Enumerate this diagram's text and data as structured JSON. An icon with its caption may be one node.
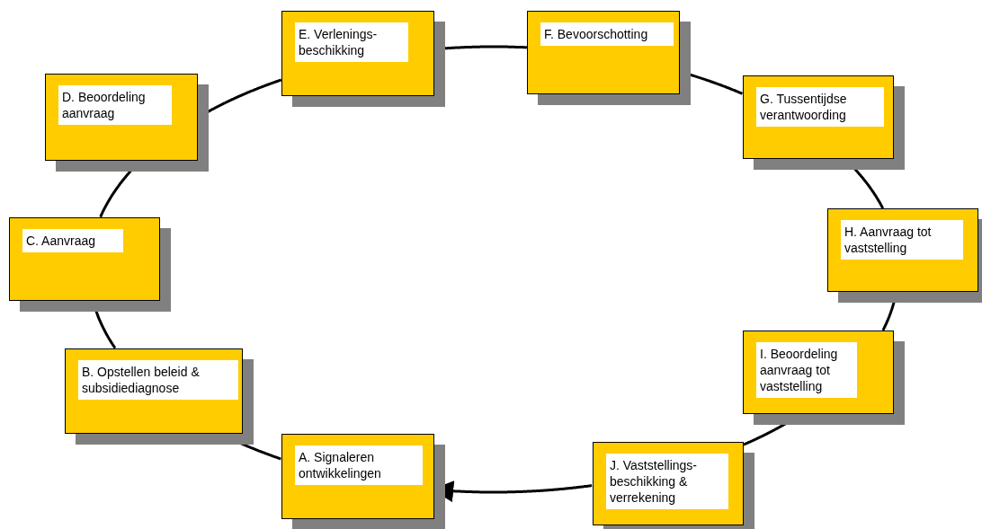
{
  "diagram": {
    "nodes": [
      {
        "text": [
          "A. Signaleren ontwikkelingen"
        ]
      },
      {
        "text": [
          "B. Opstellen beleid & subsidiediagnose"
        ]
      },
      {
        "text": [
          "C. Aanvraag"
        ]
      },
      {
        "text": [
          "D. Beoordeling aanvraag"
        ]
      },
      {
        "text": [
          "E. Verlenings-beschikking"
        ]
      },
      {
        "text": [
          "F. Bevoorschotting"
        ]
      },
      {
        "text": [
          "G. Tussentijdse verantwoording"
        ]
      },
      {
        "text": [
          "H. Aanvraag tot vaststelling"
        ]
      },
      {
        "text": [
          "I. Beoordeling aanvraag tot vaststelling"
        ]
      },
      {
        "text": [
          "J. Vaststellings-beschikking & verrekening"
        ]
      }
    ],
    "edges": [
      {
        "from": 0,
        "to": 1,
        "arrow": "none"
      },
      {
        "from": 1,
        "to": 2,
        "arrow": "none"
      },
      {
        "from": 2,
        "to": 3,
        "arrow": "none"
      },
      {
        "from": 3,
        "to": 4,
        "arrow": "none"
      },
      {
        "from": 4,
        "to": 5,
        "arrow": "none"
      },
      {
        "from": 5,
        "to": 6,
        "arrow": "none"
      },
      {
        "from": 6,
        "to": 7,
        "arrow": "none"
      },
      {
        "from": 7,
        "to": 8,
        "arrow": "none"
      },
      {
        "from": 8,
        "to": 9,
        "arrow": "none"
      },
      {
        "from": 9,
        "to": 0,
        "arrow": "to"
      }
    ]
  }
}
